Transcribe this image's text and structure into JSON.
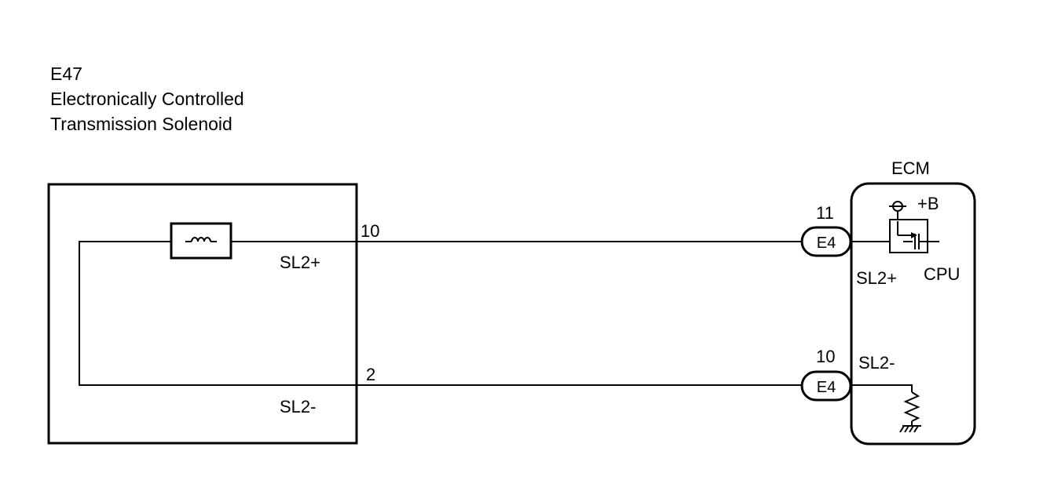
{
  "component": {
    "code": "E47",
    "name_line1": "Electronically Controlled",
    "name_line2": "Transmission Solenoid"
  },
  "ecm": {
    "title": "ECM",
    "supply_label": "+B",
    "cpu_label": "CPU"
  },
  "solenoid_side": {
    "pin_top": "10",
    "pin_top_signal": "SL2+",
    "pin_bottom": "2",
    "pin_bottom_signal": "SL2-"
  },
  "ecm_side": {
    "connector_top_pin": "11",
    "connector_top_name": "E4",
    "connector_top_signal": "SL2+",
    "connector_bottom_pin": "10",
    "connector_bottom_name": "E4",
    "connector_bottom_signal": "SL2-"
  },
  "colors": {
    "line": "#000000",
    "background": "#ffffff"
  },
  "icons": [
    "solenoid-coil-icon",
    "transistor-icon",
    "resistor-icon",
    "ground-icon",
    "power-terminal-icon"
  ]
}
